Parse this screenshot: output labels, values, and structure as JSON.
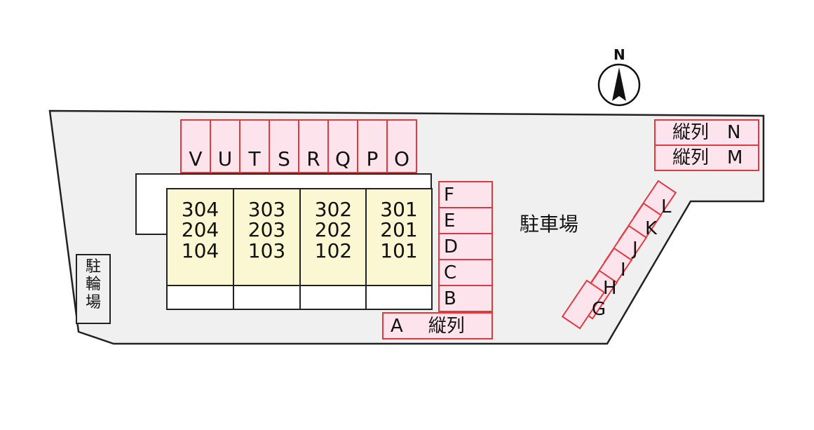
{
  "compass": {
    "label": "N"
  },
  "parking_lot": {
    "label": "駐車場"
  },
  "bike_parking": {
    "chars": [
      "駐",
      "輪",
      "場"
    ]
  },
  "top_row_slots": [
    "V",
    "U",
    "T",
    "S",
    "R",
    "Q",
    "P",
    "O"
  ],
  "right_column_slots": [
    "F",
    "E",
    "D",
    "C",
    "B"
  ],
  "slot_a": {
    "letter": "A",
    "note": "縦列"
  },
  "corner_slots": [
    {
      "label": "縦列",
      "letter": "N"
    },
    {
      "label": "縦列",
      "letter": "M"
    }
  ],
  "diagonal_slots": [
    "L",
    "K",
    "J",
    "I",
    "H",
    "G"
  ],
  "units": [
    {
      "floor3": "304",
      "floor2": "204",
      "floor1": "104"
    },
    {
      "floor3": "303",
      "floor2": "203",
      "floor1": "103"
    },
    {
      "floor3": "302",
      "floor2": "202",
      "floor1": "102"
    },
    {
      "floor3": "301",
      "floor2": "201",
      "floor1": "101"
    }
  ],
  "colors": {
    "lot_fill": "#f0f0f0",
    "slot_fill": "#fde4ec",
    "slot_border": "#e0393f",
    "unit_fill": "#fbf7d2",
    "outline": "#222222"
  }
}
